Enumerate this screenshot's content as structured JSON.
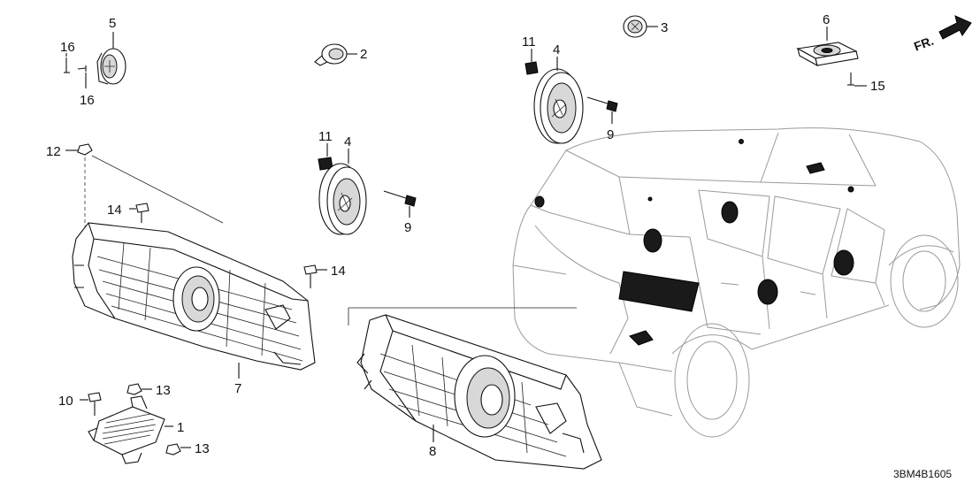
{
  "diagram_code": "3BM4B1605",
  "front_indicator": "FR.",
  "callouts": [
    {
      "id": "c16a",
      "label": "16"
    },
    {
      "id": "c5",
      "label": "5"
    },
    {
      "id": "c16b",
      "label": "16"
    },
    {
      "id": "c2",
      "label": "2"
    },
    {
      "id": "c11a",
      "label": "11"
    },
    {
      "id": "c4a",
      "label": "4"
    },
    {
      "id": "c9a",
      "label": "9"
    },
    {
      "id": "c3",
      "label": "3"
    },
    {
      "id": "c6",
      "label": "6"
    },
    {
      "id": "c15",
      "label": "15"
    },
    {
      "id": "c12",
      "label": "12"
    },
    {
      "id": "c11b",
      "label": "11"
    },
    {
      "id": "c4b",
      "label": "4"
    },
    {
      "id": "c9b",
      "label": "9"
    },
    {
      "id": "c14a",
      "label": "14"
    },
    {
      "id": "c14b",
      "label": "14"
    },
    {
      "id": "c7",
      "label": "7"
    },
    {
      "id": "c13a",
      "label": "13"
    },
    {
      "id": "c10",
      "label": "10"
    },
    {
      "id": "c1",
      "label": "1"
    },
    {
      "id": "c13b",
      "label": "13"
    },
    {
      "id": "c8",
      "label": "8"
    }
  ]
}
